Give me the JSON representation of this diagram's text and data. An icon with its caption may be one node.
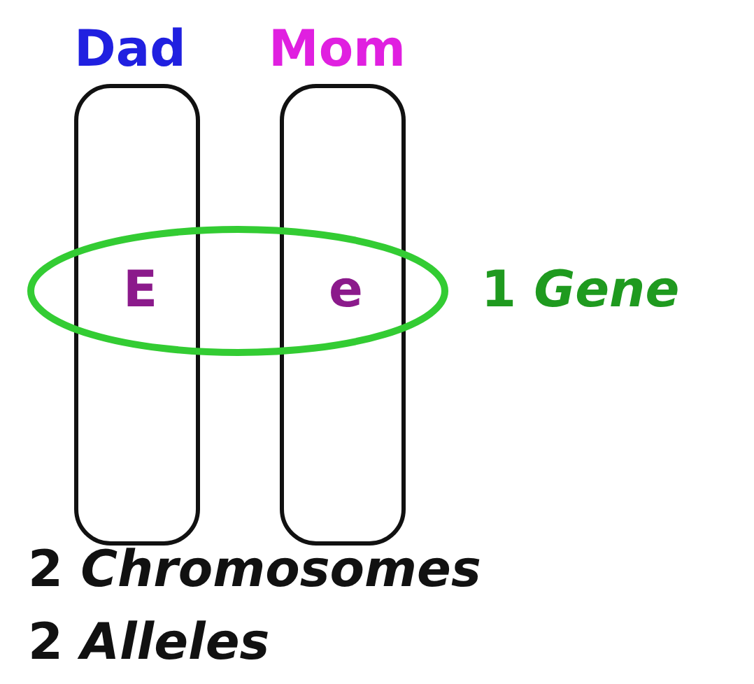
{
  "diagram": {
    "nodes": [
      {
        "text": [
          "Dad"
        ]
      },
      {
        "text": [
          "Mom"
        ]
      },
      {
        "text": [],
        "shape": "ellipse",
        "beside": [
          "1 *Gene*"
        ]
      },
      {
        "text": [
          "E"
        ]
      },
      {
        "text": [
          "e"
        ]
      }
    ],
    "labels": [
      "2 *Chromosomes*",
      "2 *Alleles*"
    ]
  }
}
